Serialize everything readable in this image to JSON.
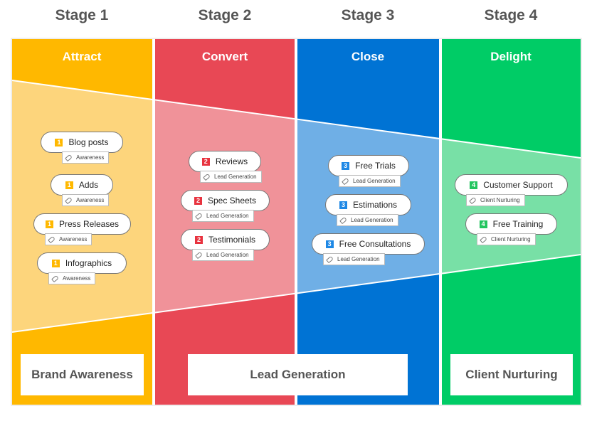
{
  "stages": [
    "Stage 1",
    "Stage 2",
    "Stage 3",
    "Stage 4"
  ],
  "columns": [
    {
      "title": "Attract",
      "color": "#FFB800",
      "light": "#FDD57C",
      "badge_color": "#FFB800"
    },
    {
      "title": "Convert",
      "color": "#E84855",
      "light": "#F09299",
      "badge_color": "#E8333F"
    },
    {
      "title": "Close",
      "color": "#0073D4",
      "light": "#6FAFE6",
      "badge_color": "#1E88E5"
    },
    {
      "title": "Delight",
      "color": "#00CC66",
      "light": "#78E0A6",
      "badge_color": "#22C55E"
    }
  ],
  "cards": [
    {
      "num": "1",
      "label": "Blog posts",
      "tag": "Awareness"
    },
    {
      "num": "1",
      "label": "Adds",
      "tag": "Awareness"
    },
    {
      "num": "1",
      "label": "Press Releases",
      "tag": "Awareness"
    },
    {
      "num": "1",
      "label": "Infographics",
      "tag": "Awareness"
    },
    {
      "num": "2",
      "label": "Reviews",
      "tag": "Lead Generation"
    },
    {
      "num": "2",
      "label": "Spec Sheets",
      "tag": "Lead Generation"
    },
    {
      "num": "2",
      "label": "Testimonials",
      "tag": "Lead Generation"
    },
    {
      "num": "3",
      "label": "Free Trials",
      "tag": "Lead Generation"
    },
    {
      "num": "3",
      "label": "Estimations",
      "tag": "Lead Generation"
    },
    {
      "num": "3",
      "label": "Free Consultations",
      "tag": "Lead Generation"
    },
    {
      "num": "4",
      "label": "Customer Support",
      "tag": "Client Nurturing"
    },
    {
      "num": "4",
      "label": "Free Training",
      "tag": "Client Nurturing"
    }
  ],
  "outcomes": [
    "Brand Awareness",
    "Lead Generation",
    "Client Nurturing"
  ]
}
